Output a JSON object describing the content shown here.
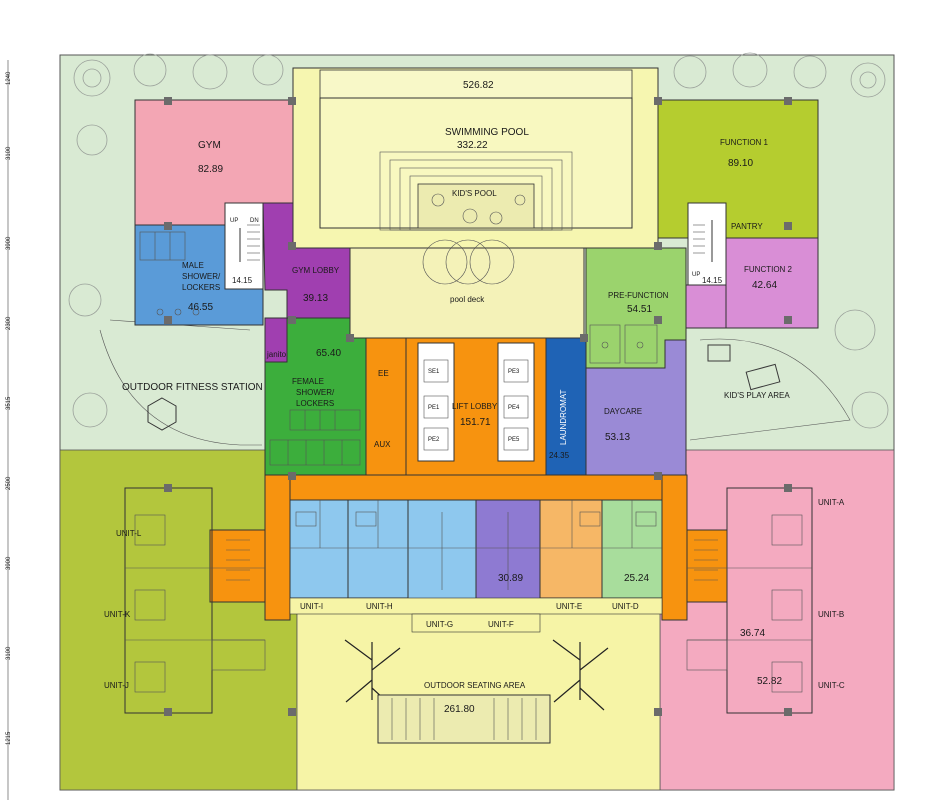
{
  "rooms": {
    "gym": {
      "name": "GYM",
      "area": "82.89"
    },
    "male_shower": {
      "name": "MALE SHOWER/ LOCKERS",
      "area": "46.55"
    },
    "stair_left": {
      "area": "14.15"
    },
    "gym_lobby": {
      "name": "GYM LOBBY",
      "area": "39.13"
    },
    "janitor": {
      "name": "janitor"
    },
    "female_shower": {
      "name": "FEMALE SHOWER/ LOCKERS",
      "area": "65.40"
    },
    "ee": {
      "name": "EE"
    },
    "aux": {
      "name": "AUX"
    },
    "lift_lobby": {
      "name": "LIFT LOBBY",
      "area": "151.71"
    },
    "laundromat": {
      "name": "LAUNDROMAT",
      "area": "24.35"
    },
    "daycare": {
      "name": "DAYCARE",
      "area": "53.13"
    },
    "pre_function": {
      "name": "PRE-FUNCTION",
      "area": "54.51"
    },
    "function1": {
      "name": "FUNCTION 1",
      "area": "89.10"
    },
    "pantry": {
      "name": "PANTRY"
    },
    "function2": {
      "name": "FUNCTION 2",
      "area": "42.64"
    },
    "stair_right": {
      "area": "14.15"
    },
    "swimming_pool": {
      "name": "SWIMMING POOL",
      "area": "332.22"
    },
    "pool_top": {
      "area": "526.82"
    },
    "kids_pool": {
      "name": "KID'S POOL"
    },
    "pool_deck": {
      "name": "pool deck"
    },
    "outdoor_fitness": {
      "name": "OUTDOOR FITNESS STATION"
    },
    "kids_play": {
      "name": "KID'S PLAY AREA"
    },
    "outdoor_seating": {
      "name": "OUTDOOR SEATING AREA",
      "area": "261.80"
    }
  },
  "stairs": {
    "up": "UP",
    "dn": "DN"
  },
  "lifts": [
    "SE1",
    "PE1",
    "PE2",
    "PE3",
    "PE4",
    "PE5"
  ],
  "units": {
    "A": "UNIT-A",
    "B": "UNIT-B",
    "C": "UNIT-C",
    "D": "UNIT-D",
    "E": "UNIT-E",
    "F": "UNIT-F",
    "G": "UNIT-G",
    "H": "UNIT-H",
    "I": "UNIT-I",
    "J": "UNIT-J",
    "K": "UNIT-K",
    "L": "UNIT-L"
  },
  "unit_areas": {
    "violet": "30.89",
    "green": "25.24",
    "pink_b": "36.74",
    "pink_c": "52.82"
  },
  "dimension_ticks": [
    "1240",
    "3100",
    "3900",
    "2300",
    "3515",
    "2500",
    "3900",
    "3100",
    "1215"
  ],
  "colors": {
    "landscape": "#d9ead3",
    "gym": "#f3a6b4",
    "blue": "#5a9bd8",
    "purple": "#a03fb0",
    "green": "#3cae3c",
    "orange": "#f7930f",
    "laundry": "#1f63b5",
    "daycare": "#9a8ad6",
    "prefunction": "#9bd36d",
    "function1": "#b5cd2f",
    "function2": "#d98ed6",
    "pool": "#f6f6b0",
    "olive": "#b3c63d",
    "pink_zone": "#f4aac0",
    "lightblue": "#8ec8ee",
    "violet": "#8e7ad2",
    "lightorange": "#f6b766",
    "lightgreen": "#a8dd9c",
    "seating": "#f6f4a6"
  }
}
